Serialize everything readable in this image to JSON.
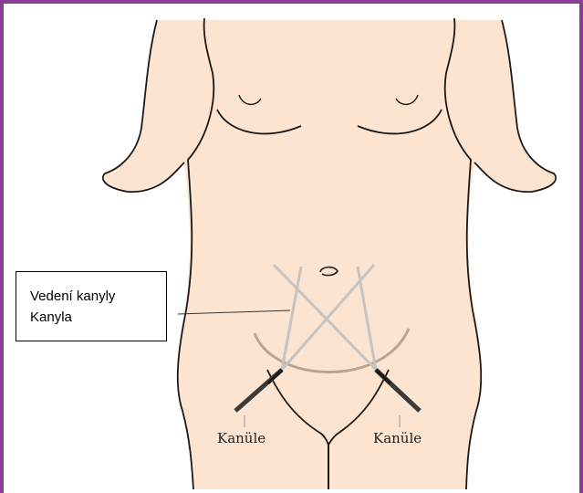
{
  "callout": {
    "line1": "Vedení kanyly",
    "line2": "Kanyla"
  },
  "labels": {
    "left": "Kanüle",
    "right": "Kanüle"
  },
  "colors": {
    "frame": "#8a3d96",
    "skin": "#fce4d0",
    "outline": "#1a1a1a",
    "guide_arc": "#b8a68e",
    "cannula_path": "#c4c4c4"
  }
}
